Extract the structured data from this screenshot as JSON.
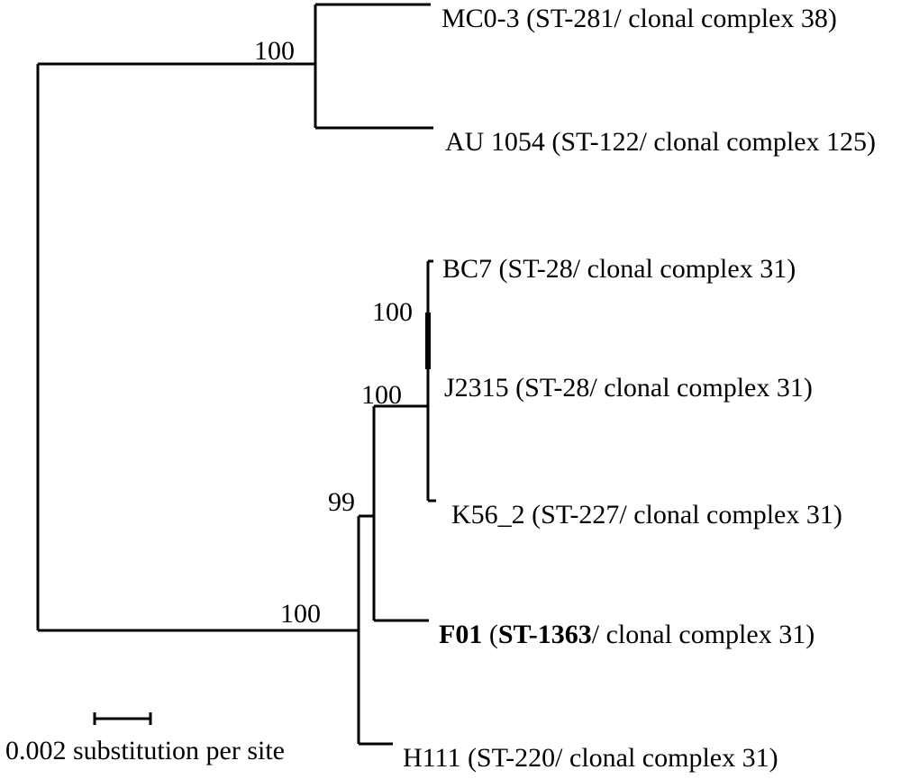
{
  "taxa": [
    {
      "id": "mc03",
      "label": "MC0-3 (ST-281/ clonal complex 38)"
    },
    {
      "id": "au1054",
      "label": "AU 1054 (ST-122/ clonal complex 125)"
    },
    {
      "id": "bc7",
      "label": "BC7 (ST-28/ clonal complex 31)"
    },
    {
      "id": "j2315",
      "label": "J2315 (ST-28/ clonal complex 31)"
    },
    {
      "id": "k56",
      "label": "K56_2 (ST-227/ clonal complex 31)"
    },
    {
      "id": "f01",
      "name": "F01",
      "st": "ST-1363",
      "rest": "/ clonal complex 31)"
    },
    {
      "id": "h111",
      "label": "H111 (ST-220/ clonal complex 31)"
    }
  ],
  "bootstrap": {
    "mc_au": "100",
    "bc7_j2315": "100",
    "clade31_inner": "100",
    "clade31_mid": "99",
    "clade31_outer": "100"
  },
  "scale": {
    "label": "0.002 substitution per site",
    "value": 0.002
  },
  "colors": {
    "line": "#000000",
    "text": "#000000",
    "background": "#ffffff"
  }
}
